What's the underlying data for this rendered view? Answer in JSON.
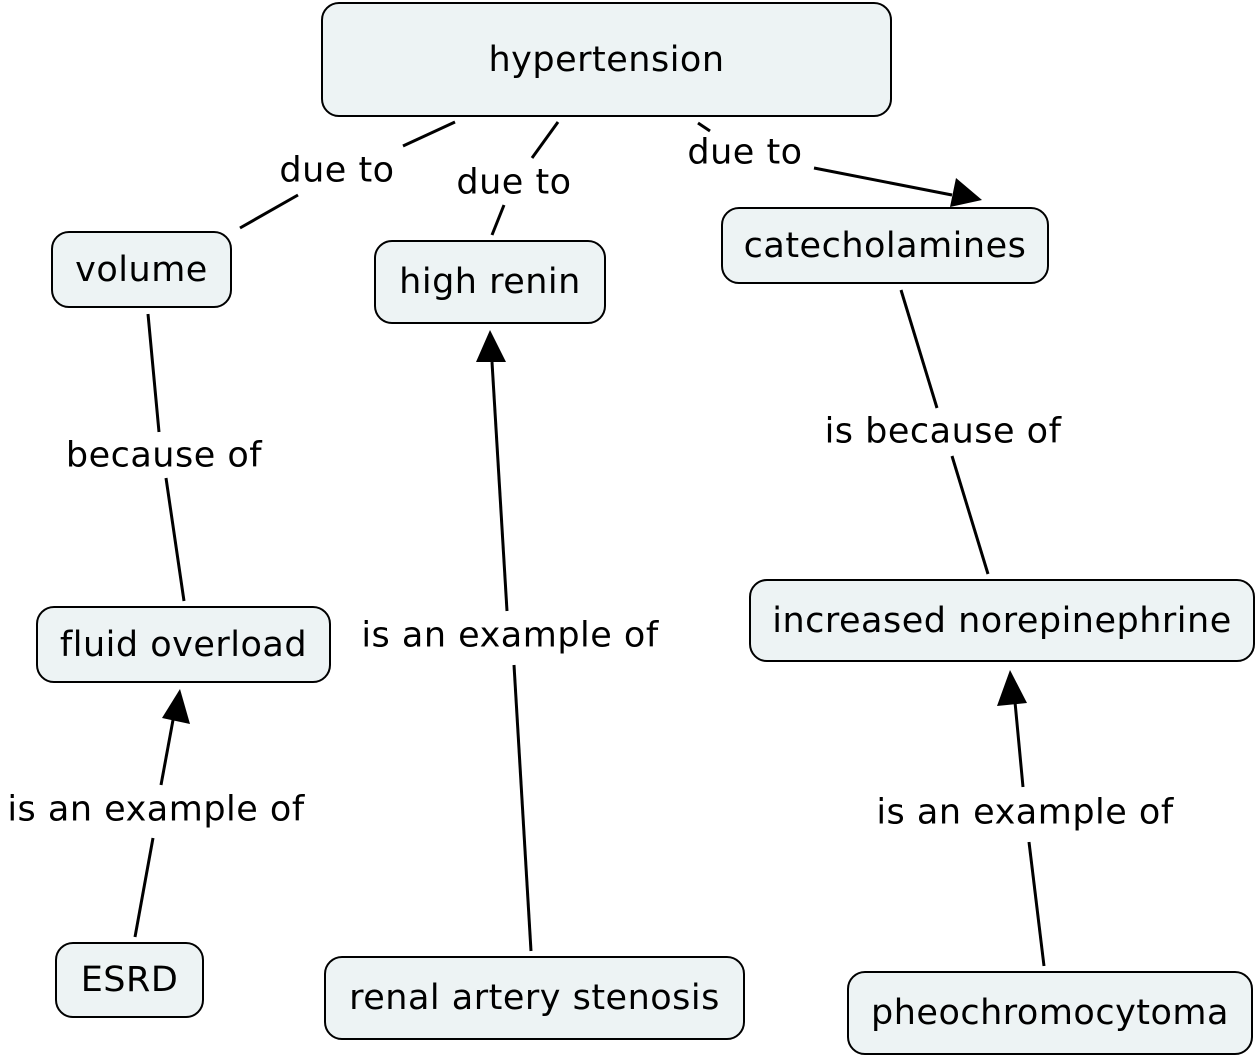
{
  "nodes": {
    "hypertension": "hypertension",
    "volume": "volume",
    "high_renin": "high renin",
    "catecholamines": "catecholamines",
    "fluid_overload": "fluid overload",
    "increased_norepinephrine": "increased norepinephrine",
    "esrd": "ESRD",
    "renal_artery_stenosis": "renal artery stenosis",
    "pheochromocytoma": "pheochromocytoma"
  },
  "links": {
    "hyp_volume": "due to",
    "hyp_renin": "due to",
    "hyp_catechol": "due to",
    "volume_fluid": "because of",
    "catechol_norepi": "is because of",
    "esrd_fluid": "is an example of",
    "ras_renin": "is an example of",
    "pheo_norepi": "is an example of"
  },
  "colors": {
    "node_fill": "#edf3f4",
    "stroke": "#000000",
    "text": "#000000"
  }
}
